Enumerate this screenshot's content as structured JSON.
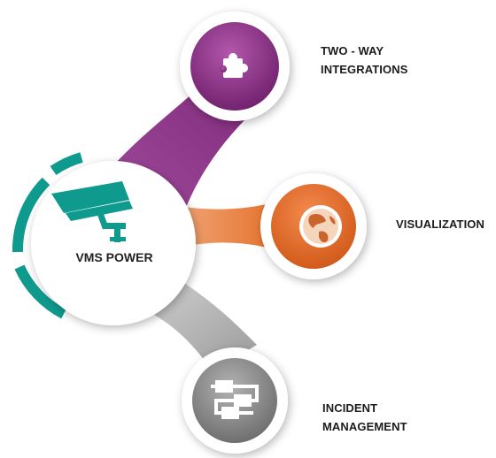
{
  "center": {
    "label": "VMS POWER",
    "icon": "security-camera-icon",
    "color": "#0f9a8e"
  },
  "nodes": [
    {
      "id": "integrations",
      "lines": [
        "TWO - WAY",
        "INTEGRATIONS"
      ],
      "icon": "puzzle-piece-icon",
      "color": "#8b2f86"
    },
    {
      "id": "visualization",
      "lines": [
        "VISUALIZATION"
      ],
      "icon": "globe-icon",
      "color": "#e26c2b"
    },
    {
      "id": "incident",
      "lines": [
        "INCIDENT",
        "MANAGEMENT"
      ],
      "icon": "workflow-icon",
      "color": "#8d8d8d"
    }
  ]
}
